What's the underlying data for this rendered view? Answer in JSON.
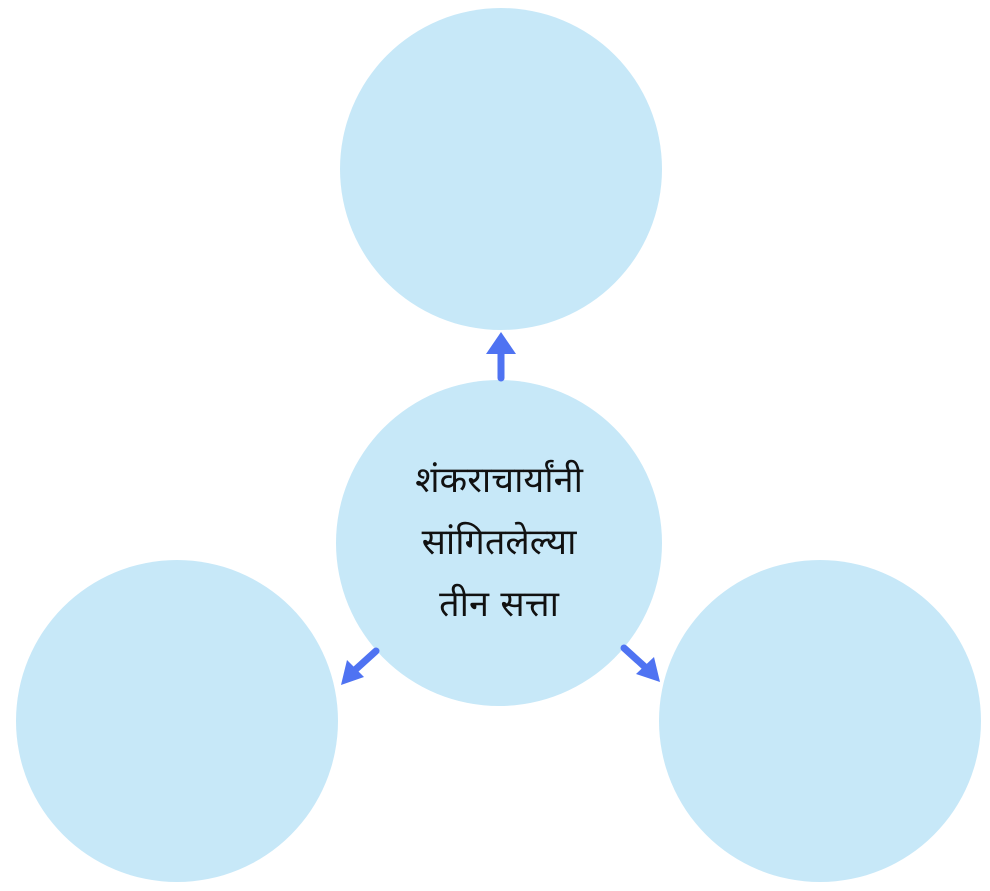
{
  "center": {
    "lines": [
      "शंकराचार्यांनी",
      "सांगितलेल्या",
      "तीन सत्ता"
    ]
  },
  "nodes": [
    {
      "position": "top",
      "label": ""
    },
    {
      "position": "bottom-left",
      "label": ""
    },
    {
      "position": "bottom-right",
      "label": ""
    }
  ],
  "colors": {
    "circle_fill": "#c7e8f8",
    "arrow": "#4f73f2",
    "text": "#111111"
  }
}
